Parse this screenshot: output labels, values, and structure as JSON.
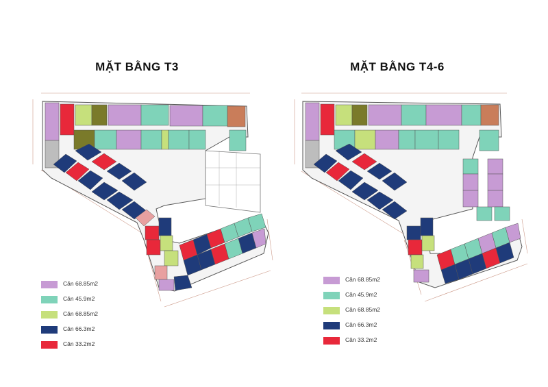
{
  "colors": {
    "type_a": "#c79bd4",
    "type_b": "#7fd3b9",
    "type_c": "#c6e07c",
    "type_d": "#1f3b7a",
    "type_e": "#e8283a",
    "corner": "#c97d5a",
    "olive": "#7a7a2a",
    "grey": "#bdbdbd",
    "outline": "#555555"
  },
  "panels": [
    {
      "title": "MẶT BẰNG T3",
      "legend": [
        {
          "label": "Căn 68.85m2",
          "color_key": "type_a"
        },
        {
          "label": "Căn 45.9m2",
          "color_key": "type_b"
        },
        {
          "label": "Căn 68.85m2",
          "color_key": "type_c"
        },
        {
          "label": "Căn 66.3m2",
          "color_key": "type_d"
        },
        {
          "label": "Căn 33.2m2",
          "color_key": "type_e"
        }
      ]
    },
    {
      "title": "MẶT BẰNG T4-6",
      "legend": [
        {
          "label": "Căn 68.85m2",
          "color_key": "type_a"
        },
        {
          "label": "Căn 45.9m2",
          "color_key": "type_b"
        },
        {
          "label": "Căn 68.85m2",
          "color_key": "type_c"
        },
        {
          "label": "Căn 66.3m2",
          "color_key": "type_d"
        },
        {
          "label": "Căn 33.2m2",
          "color_key": "type_e"
        }
      ]
    }
  ]
}
